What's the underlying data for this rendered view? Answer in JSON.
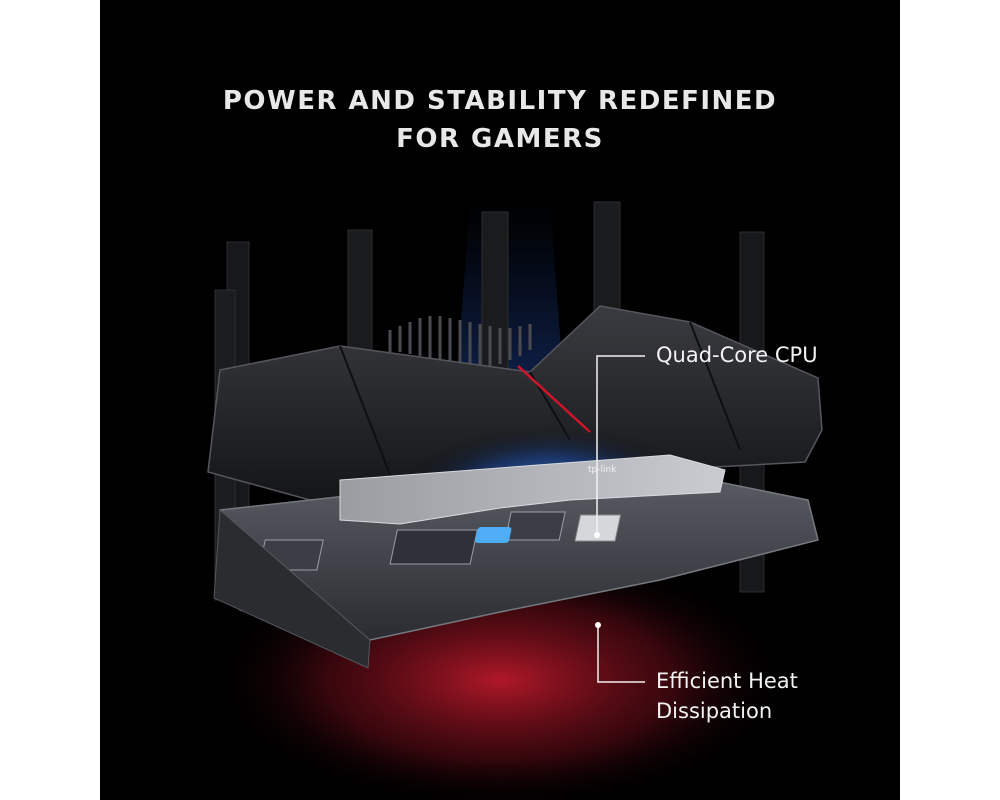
{
  "headline": {
    "line1": "POWER AND STABILITY REDEFINED",
    "line2": "FOR GAMERS"
  },
  "callouts": {
    "cpu": "Quad-Core CPU",
    "heat_line1": "Efficient Heat",
    "heat_line2": "Dissipation"
  },
  "brand_mark": "tp-link",
  "colors": {
    "background": "#000000",
    "blue_glow": "#2f7bff",
    "red_glow": "#c0182b",
    "router_body": "#1e1f22",
    "text": "#f2f2f2"
  }
}
